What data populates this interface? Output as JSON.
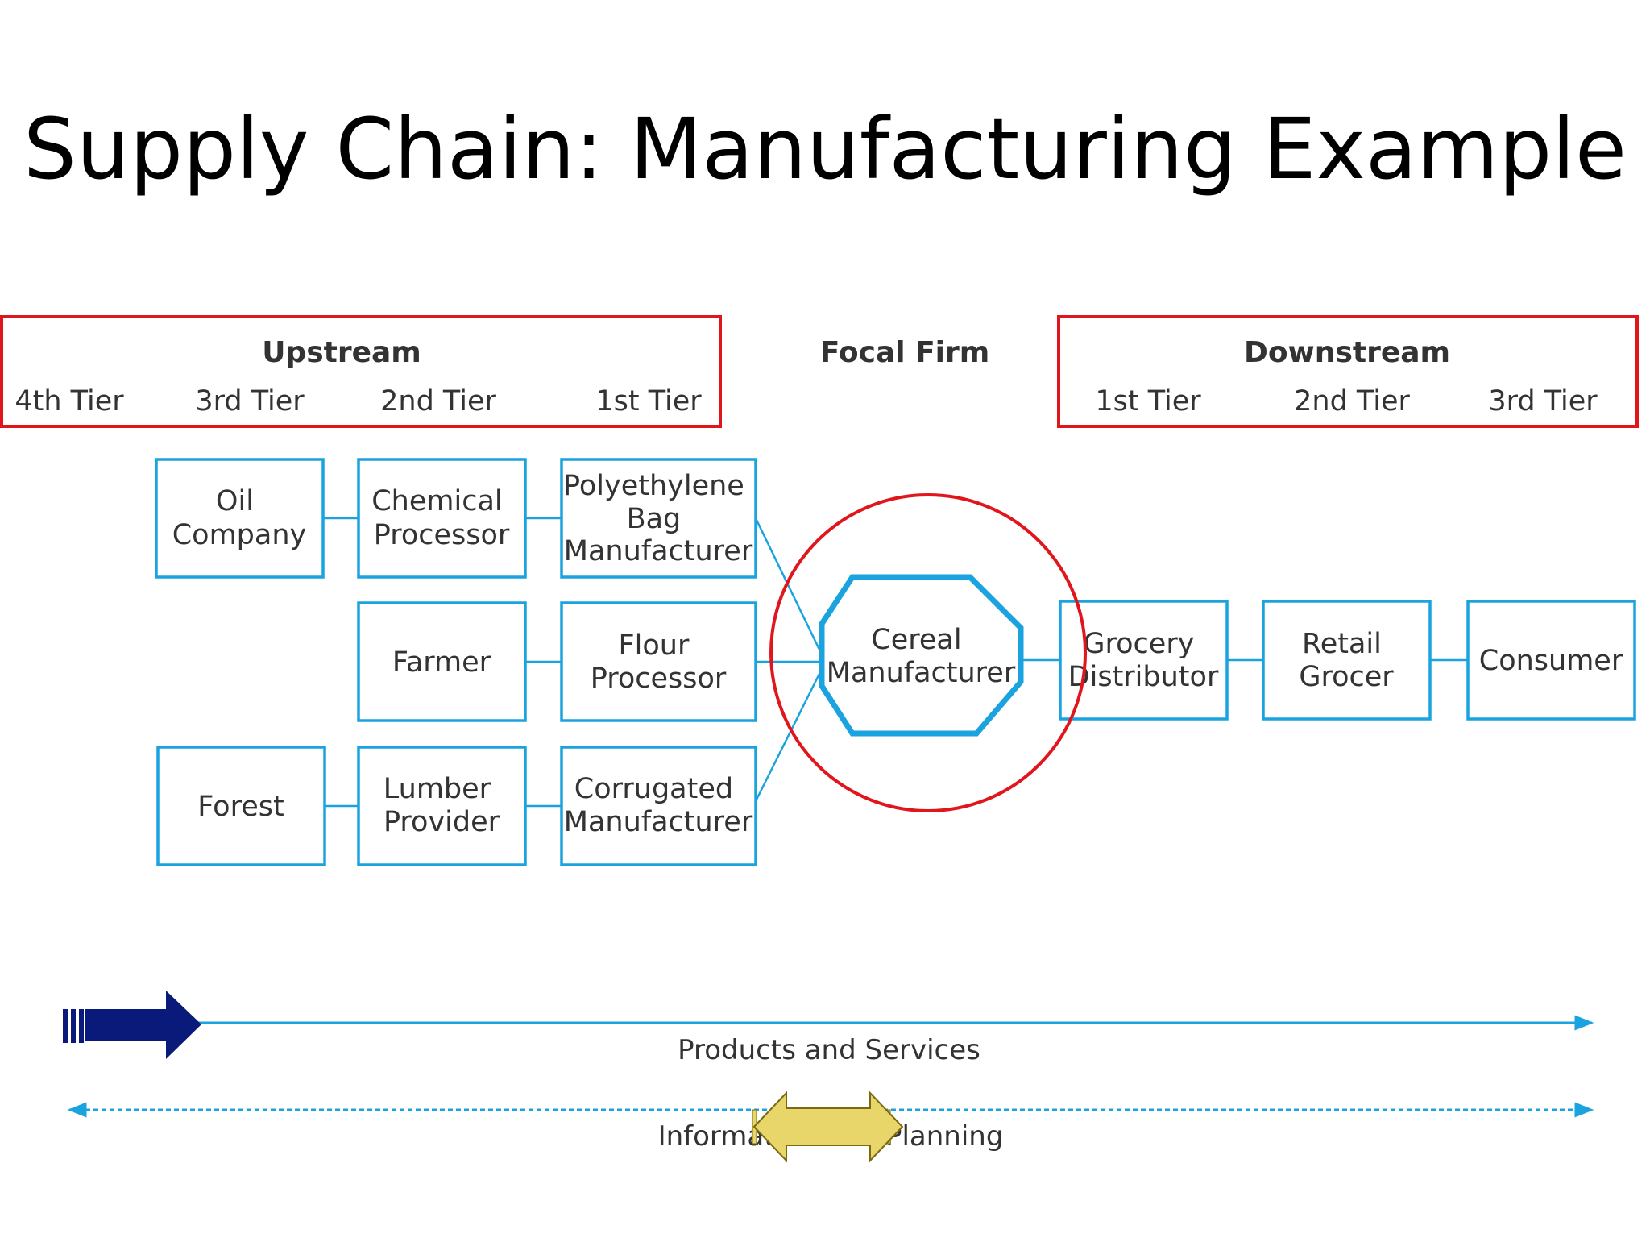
{
  "title": "Supply Chain: Manufacturing Example",
  "headers": {
    "upstream": "Upstream",
    "focal": "Focal Firm",
    "downstream": "Downstream"
  },
  "tiers": {
    "upstream": [
      "4th Tier",
      "3rd Tier",
      "2nd Tier",
      "1st Tier"
    ],
    "downstream": [
      "1st Tier",
      "2nd Tier",
      "3rd Tier"
    ]
  },
  "nodes": {
    "oil": [
      "Oil",
      "Company"
    ],
    "chemical": [
      "Chemical",
      "Processor"
    ],
    "polyethylene": [
      "Polyethylene",
      "Bag",
      "Manufacturer"
    ],
    "farmer": [
      "Farmer"
    ],
    "flour": [
      "Flour",
      "Processor"
    ],
    "forest": [
      "Forest"
    ],
    "lumber": [
      "Lumber",
      "Provider"
    ],
    "corrugated": [
      "Corrugated",
      "Manufacturer"
    ],
    "cereal": [
      "Cereal",
      "Manufacturer"
    ],
    "grocery": [
      "Grocery",
      "Distributor"
    ],
    "retail": [
      "Retail",
      "Grocer"
    ],
    "consumer": [
      "Consumer"
    ]
  },
  "flows": {
    "products": "Products and Services",
    "information": "Information and Planning"
  },
  "colors": {
    "node_border": "#1AA3DF",
    "highlight": "#E0161C",
    "text": "#333333",
    "products_arrow_icon": "#0A1A7A",
    "information_arrow_icon": "#E8D66A"
  },
  "icons": {
    "products_arrow": "navy-block-arrow-icon",
    "information_arrow": "yellow-double-arrow-icon"
  }
}
